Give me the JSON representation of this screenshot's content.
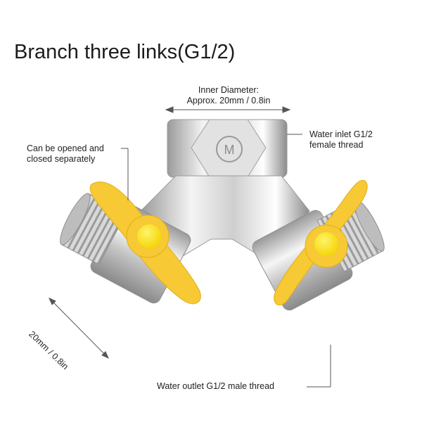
{
  "title": "Branch three links(G1/2)",
  "labels": {
    "inner_diameter_line1": "Inner Diameter:",
    "inner_diameter_line2": "Approx. 20mm / 0.8in",
    "inlet_line1": "Water inlet G1/2",
    "inlet_line2": "female thread",
    "open_line1": "Can be opened and",
    "open_line2": "closed separately",
    "outlet": "Water outlet G1/2 male thread",
    "thread_length": "20mm / 0.8in"
  },
  "colors": {
    "chrome_light": "#f2f2f2",
    "chrome_mid": "#c8c8c8",
    "chrome_dark": "#8a8a8a",
    "handle_yellow": "#f6c935",
    "knob_yellow": "#ffe600",
    "line": "#555555"
  }
}
